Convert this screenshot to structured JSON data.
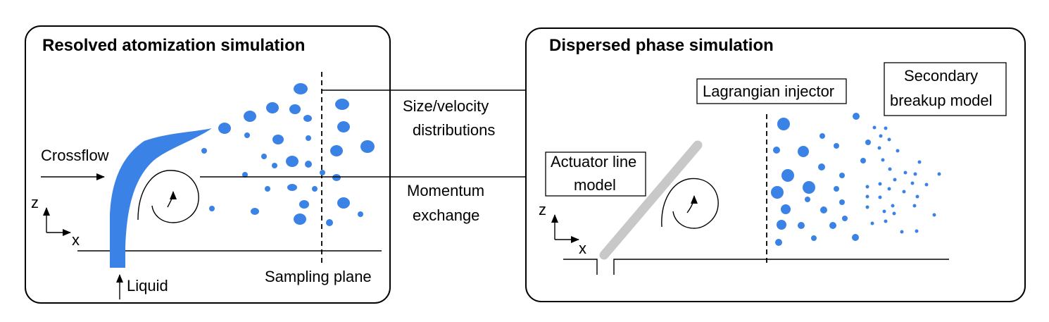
{
  "colors": {
    "liquid": "#3b82e6",
    "nozzle_gray": "#c8c8c8",
    "ink": "#000000"
  },
  "left_panel": {
    "title": "Resolved atomization simulation",
    "crossflow": "Crossflow",
    "axis_z": "z",
    "axis_x": "x",
    "liquid": "Liquid",
    "sampling_plane": "Sampling plane"
  },
  "middle": {
    "size_velocity_line1": "Size/velocity",
    "size_velocity_line2": "distributions",
    "momentum_line1": "Momentum",
    "momentum_line2": "exchange"
  },
  "right_panel": {
    "title": "Dispersed phase simulation",
    "lagrangian_injector": "Lagrangian injector",
    "secondary_line1": "Secondary",
    "secondary_line2": "breakup model",
    "actuator_line1": "Actuator line",
    "actuator_line2": "model",
    "axis_z": "z",
    "axis_x": "x"
  }
}
